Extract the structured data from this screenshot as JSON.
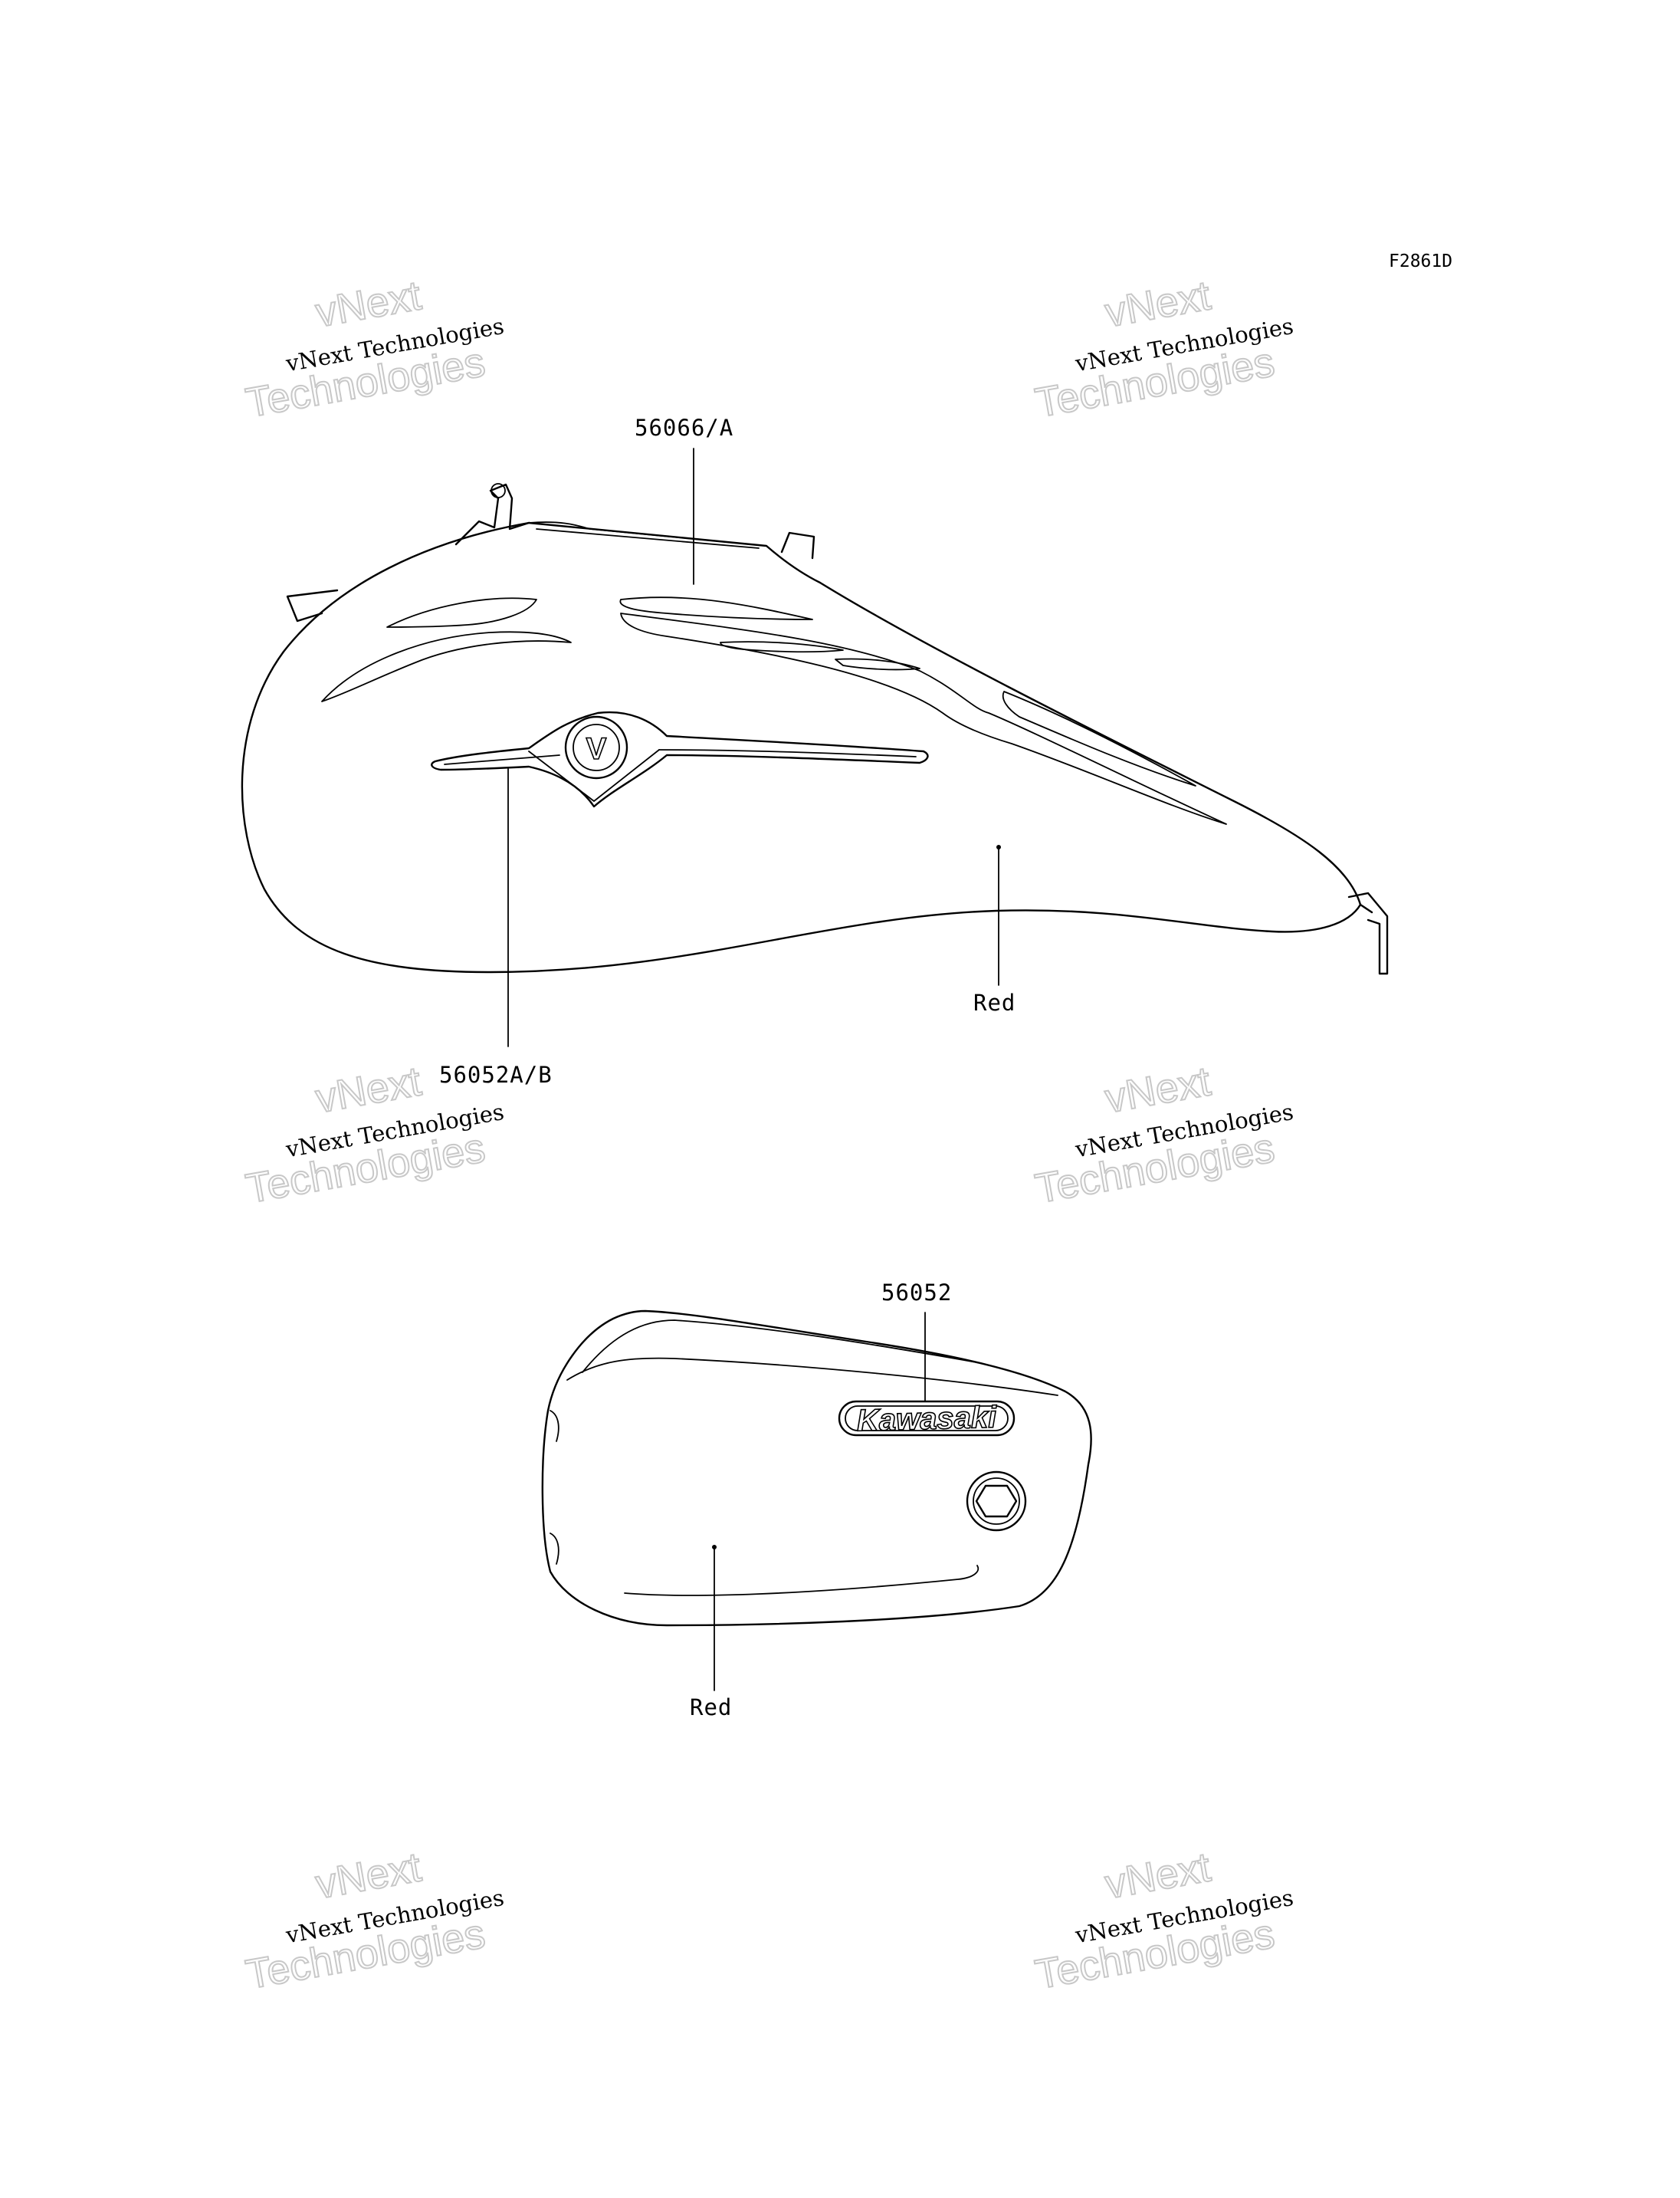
{
  "figure_code": "F2861D",
  "callouts": {
    "tank_stripe": "56066/A",
    "tank_emblem": "56052A/B",
    "tank_color": "Red",
    "cover_emblem": "56052",
    "cover_color": "Red"
  },
  "cover_logo_text": "Kawasaki",
  "emblem_letter": "V",
  "watermarks": [
    {
      "line1": "vNext Technologies",
      "line2": "vNext",
      "line3": "Technologies"
    },
    {
      "line1": "vNext Technologies",
      "line2": "vNext",
      "line3": "Technologies"
    },
    {
      "line1": "vNext Technologies",
      "line2": "vNext",
      "line3": "Technologies"
    },
    {
      "line1": "vNext Technologies",
      "line2": "vNext",
      "line3": "Technologies"
    },
    {
      "line1": "vNext Technologies",
      "line2": "vNext",
      "line3": "Technologies"
    },
    {
      "line1": "vNext Technologies",
      "line2": "vNext",
      "line3": "Technologies"
    }
  ]
}
